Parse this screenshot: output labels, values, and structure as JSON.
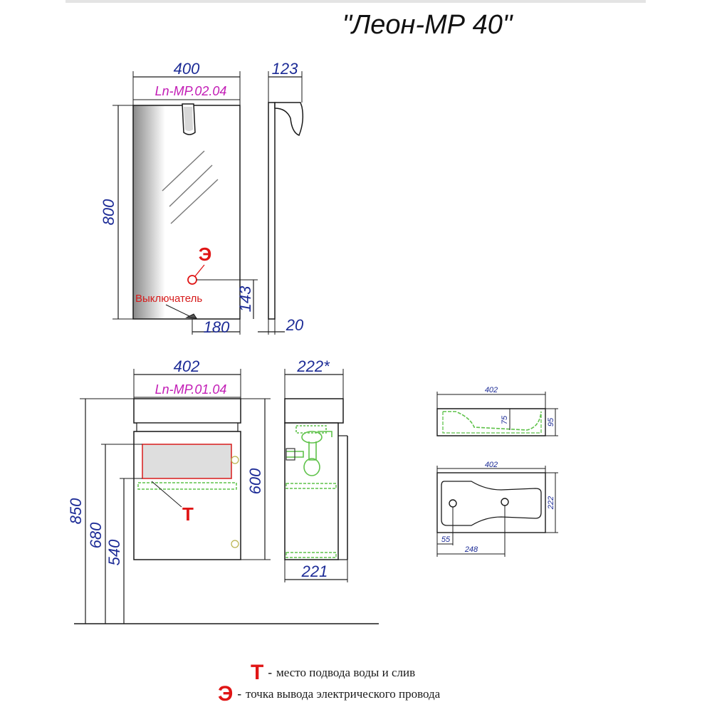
{
  "title": "\"Леон-МР 40\"",
  "codes": {
    "mirror": "Ln-MP.02.04",
    "cabinet": "Ln-MP.01.04"
  },
  "dimensions": {
    "mirror_width": "400",
    "mirror_depth": "123",
    "mirror_height": "800",
    "switch_height": "143",
    "switch_offset": "180",
    "mirror_thickness": "20",
    "cabinet_width": "402",
    "cabinet_depth": "222*",
    "cabinet_height": "600",
    "total_height": "850",
    "height_680": "680",
    "height_540": "540",
    "cabinet_base_depth": "221",
    "basin_side_width": "402",
    "basin_inner_depth": "75",
    "basin_height": "95",
    "basin_top_width": "402",
    "basin_top_depth": "222",
    "drain_offset": "55",
    "tap_offset": "248"
  },
  "markers": {
    "electric": "Э",
    "water": "Т"
  },
  "labels": {
    "switch": "Выключатель"
  },
  "legend": {
    "water_symbol": "Т",
    "water_dash": "-",
    "water_text": "место подвода воды и слив",
    "electric_symbol": "Э",
    "electric_dash": "-",
    "electric_text": "точка вывода электрического провода"
  },
  "colors": {
    "dimension": "#1c2b96",
    "product_code": "#c21bb5",
    "marker": "#e01515",
    "plumbing": "#5fc24a",
    "outline": "#1a1a1a"
  }
}
